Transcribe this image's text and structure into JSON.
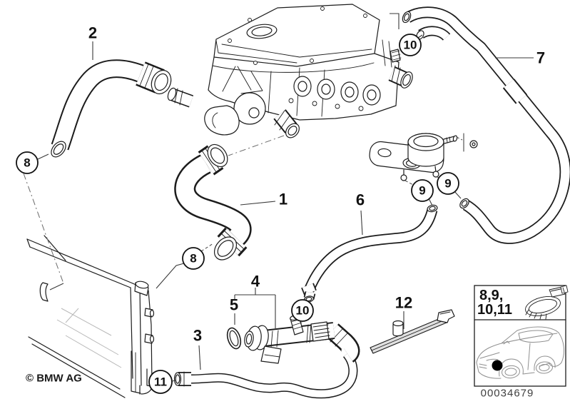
{
  "diagram": {
    "copyright": "© BMW AG",
    "image_number": "00034679",
    "callouts": {
      "n1": "1",
      "n2": "2",
      "n3": "3",
      "n4": "4",
      "n5": "5",
      "n6": "6",
      "n7": "7",
      "n8": "8",
      "n9": "9",
      "n10": "10",
      "n11": "11",
      "n12": "12"
    },
    "inset": {
      "line1": "8,9,",
      "line2": "10,11"
    },
    "colors": {
      "background": "#ffffff",
      "line": "#1c1c1c",
      "leader": "#3a3a3a",
      "muted_text": "#3f3f3f",
      "fin_gray": "#b8b8b8",
      "car_gray": "#8f8f8f",
      "tie_fill": "#e0e0e0"
    }
  }
}
